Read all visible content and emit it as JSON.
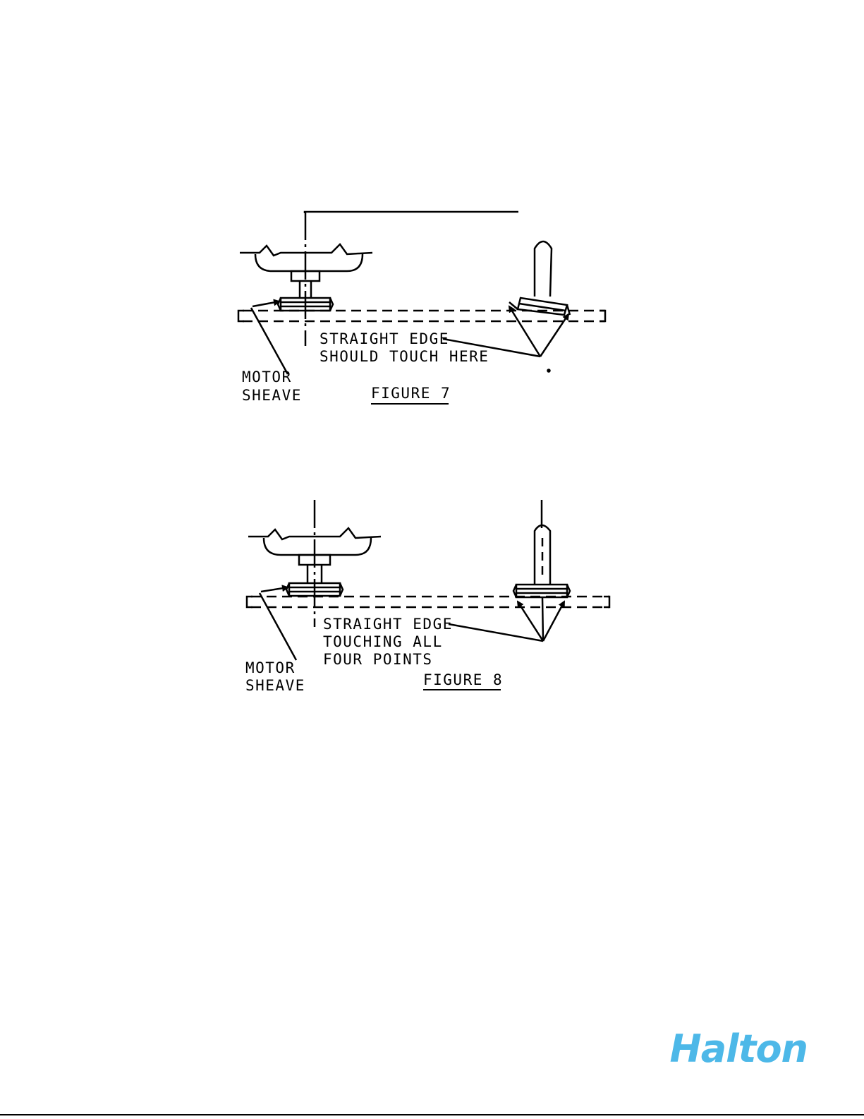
{
  "figure7": {
    "caption": "FIGURE 7",
    "callout_line1": "STRAIGHT EDGE",
    "callout_line2": "SHOULD TOUCH HERE",
    "motor_line1": "MOTOR",
    "motor_line2": "SHEAVE"
  },
  "figure8": {
    "caption": "FIGURE 8",
    "callout_line1": "STRAIGHT EDGE",
    "callout_line2": "TOUCHING ALL",
    "callout_line3": "FOUR POINTS",
    "motor_line1": "MOTOR",
    "motor_line2": "SHEAVE"
  },
  "logo": {
    "text": "Halton",
    "color": "#4db8e8"
  }
}
